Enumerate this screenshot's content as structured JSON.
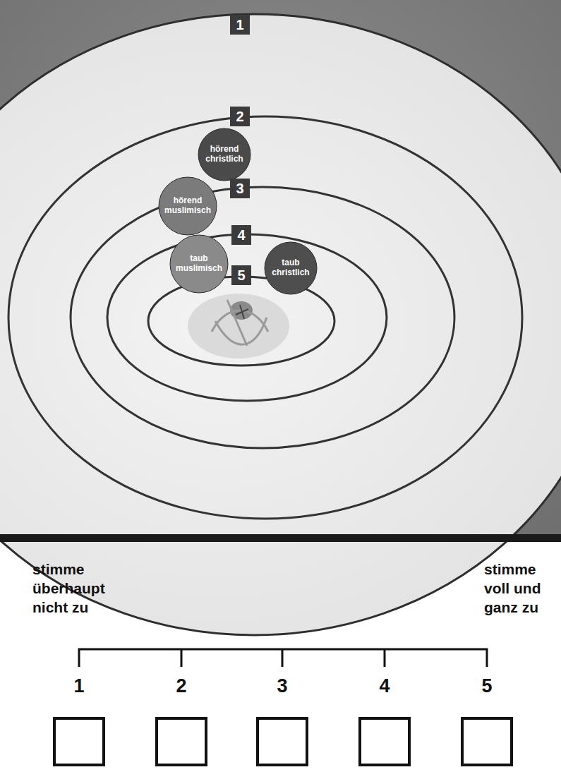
{
  "diagram": {
    "nodes": [
      {
        "text": [
          "1"
        ]
      },
      {
        "text": [
          "2"
        ]
      },
      {
        "text": [
          "hörend christlich"
        ]
      },
      {
        "text": [
          "3"
        ]
      },
      {
        "text": [
          "hörend muslimisch"
        ]
      },
      {
        "text": [
          "4"
        ]
      },
      {
        "text": [
          "taub muslimisch"
        ]
      },
      {
        "text": [
          "5"
        ]
      },
      {
        "text": [
          "taub christlich"
        ]
      }
    ],
    "labels": [
      "stimme überhaupt nicht zu",
      "stimme voll und ganz zu",
      "1",
      "2",
      "3",
      "4",
      "5"
    ]
  }
}
